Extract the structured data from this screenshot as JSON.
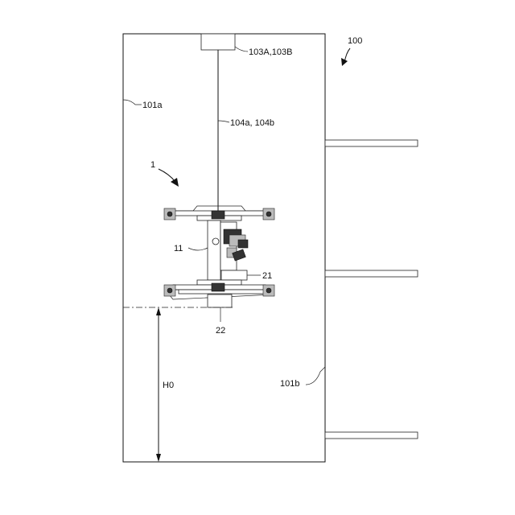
{
  "labels": {
    "system": "100",
    "winch": "103A,103B",
    "wall_left": "101a",
    "cables": "104a, 104b",
    "robot": "1",
    "body": "11",
    "part_21": "21",
    "part_22": "22",
    "height": "H0",
    "wall_right": "101b"
  }
}
